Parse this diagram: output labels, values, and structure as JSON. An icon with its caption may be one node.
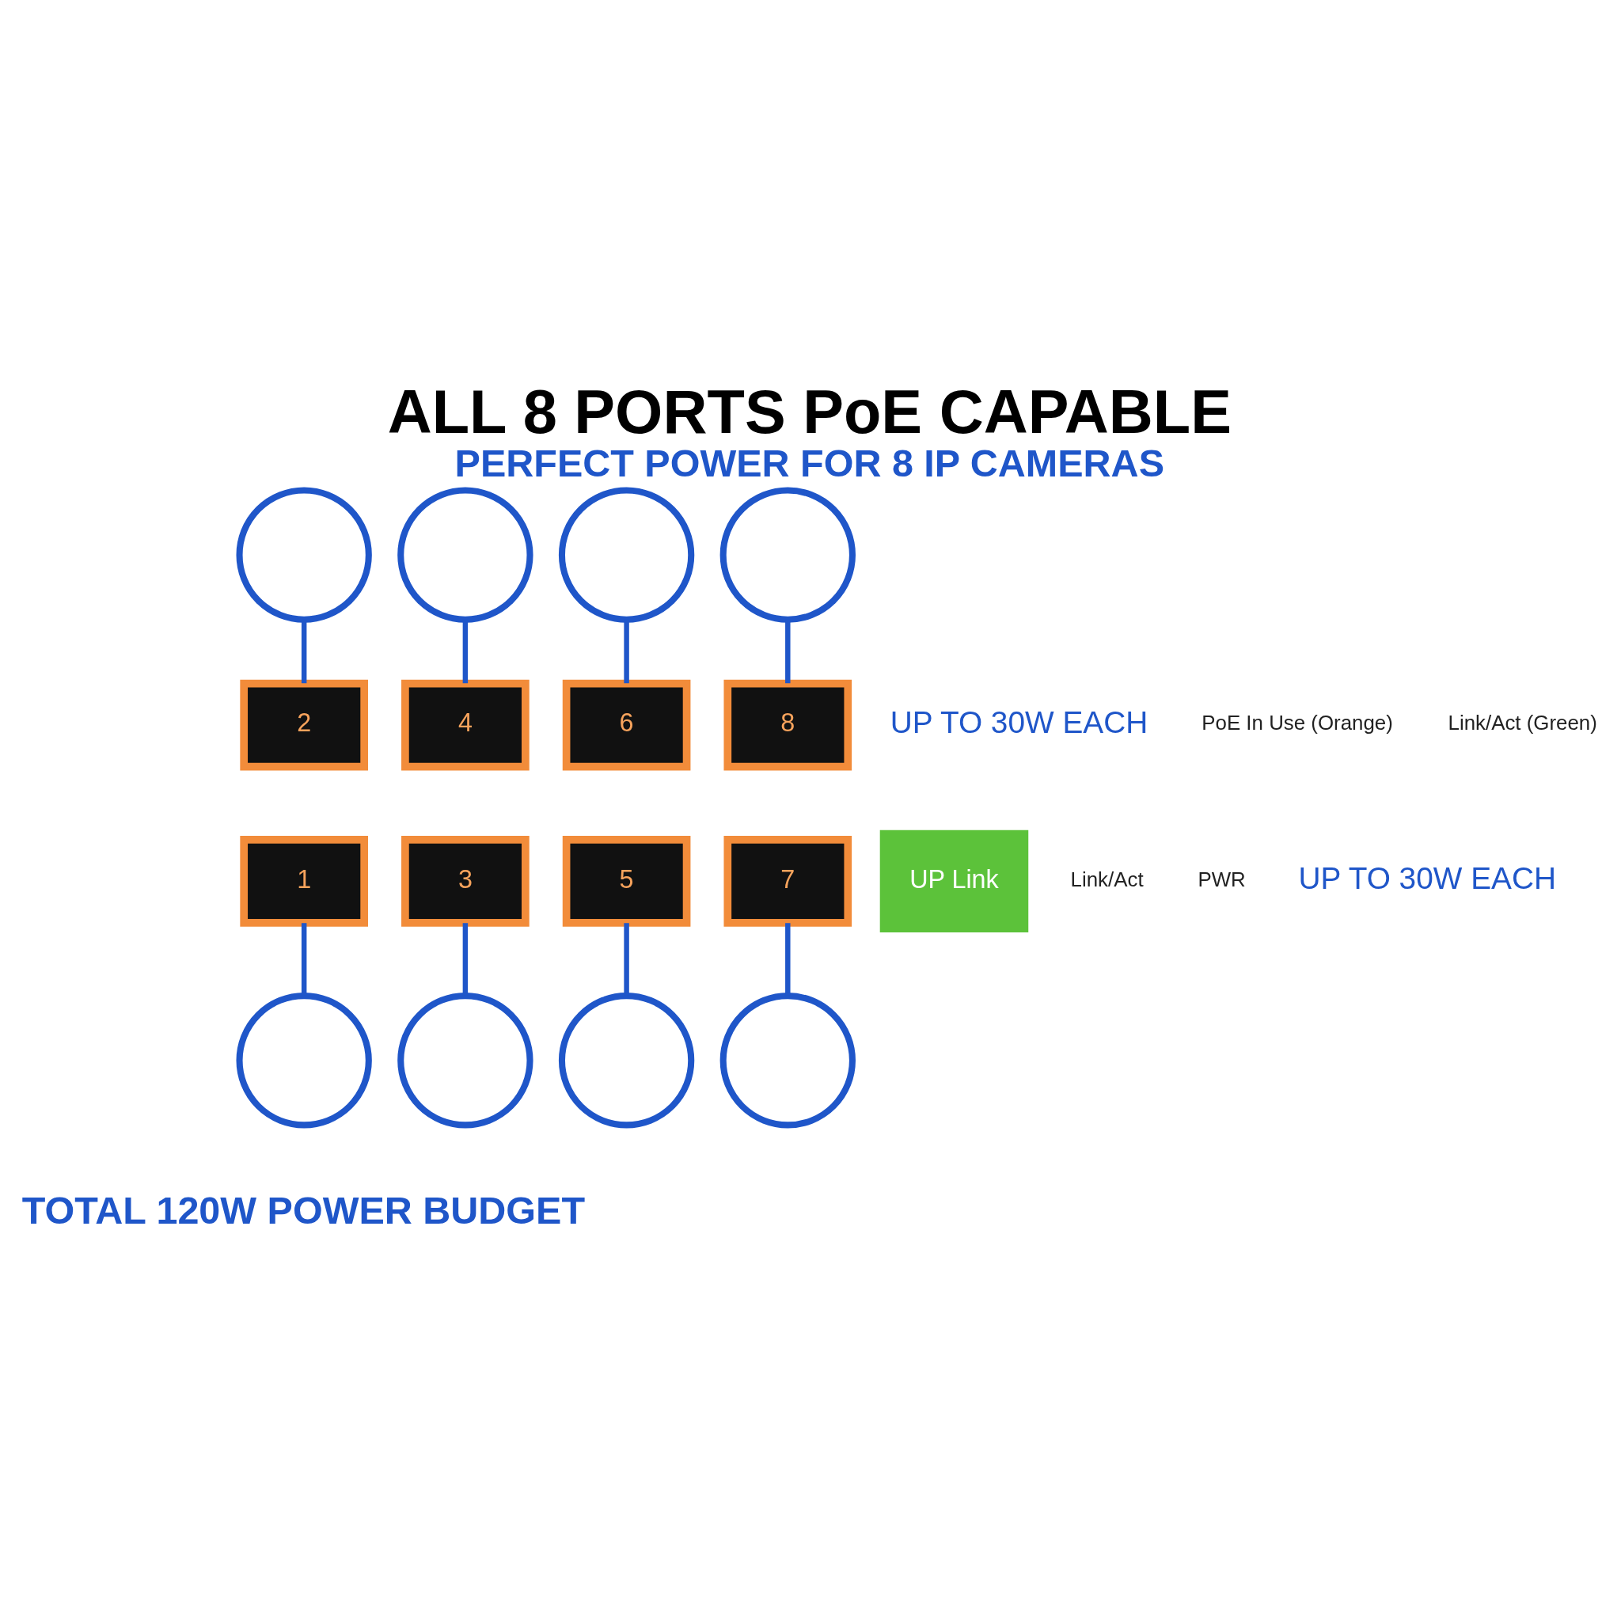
{
  "diagram": {
    "title": "ALL 8 PORTS PoE CAPABLE",
    "caption": "PERFECT POWER FOR 8 IP CAMERAS",
    "nodes": [
      {
        "text": [],
        "shape": "circle"
      },
      {
        "text": [],
        "shape": "circle"
      },
      {
        "text": [],
        "shape": "circle"
      },
      {
        "text": [],
        "shape": "circle"
      },
      {
        "text": [
          "2"
        ]
      },
      {
        "text": [
          "4"
        ]
      },
      {
        "text": [
          "6"
        ]
      },
      {
        "text": [
          "8"
        ]
      },
      {
        "text": [
          "UP Link"
        ]
      },
      {
        "text": [
          "1"
        ]
      },
      {
        "text": [
          "3"
        ]
      },
      {
        "text": [
          "5"
        ]
      },
      {
        "text": [
          "7"
        ]
      },
      {
        "text": [],
        "shape": "circle"
      },
      {
        "text": [],
        "shape": "circle"
      },
      {
        "text": [],
        "shape": "circle"
      },
      {
        "text": [],
        "shape": "circle"
      }
    ],
    "edges": [
      {
        "from": 0,
        "to": 4,
        "arrow": "none"
      },
      {
        "from": 1,
        "to": 5,
        "arrow": "none"
      },
      {
        "from": 2,
        "to": 6,
        "arrow": "none"
      },
      {
        "from": 3,
        "to": 7,
        "arrow": "none"
      },
      {
        "from": 9,
        "to": 13,
        "arrow": "none"
      },
      {
        "from": 10,
        "to": 14,
        "arrow": "none"
      },
      {
        "from": 11,
        "to": 15,
        "arrow": "none"
      },
      {
        "from": 12,
        "to": 16,
        "arrow": "none"
      }
    ],
    "labels": [
      "UP TO 30W EACH",
      "PoE In Use (Orange)",
      "Link/Act (Green)",
      "Link/Act",
      "PWR",
      "UP TO 30W EACH",
      "TOTAL 120W POWER BUDGET"
    ]
  }
}
